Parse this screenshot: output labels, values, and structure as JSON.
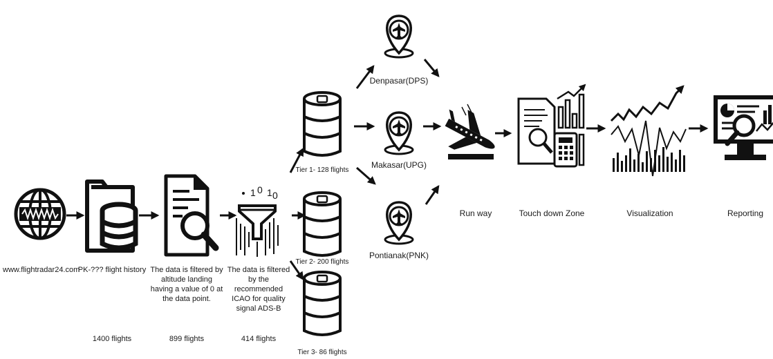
{
  "nodes": {
    "source": {
      "label": "www.flightradar24.com",
      "icon": "globe-icon"
    },
    "history": {
      "label": "PK-??? flight history",
      "count": "1400 flights",
      "icon": "folder-database-icon"
    },
    "altitude_filter": {
      "label": "The data is filtered by altitude landing having a value of 0 at the data point.",
      "count": "899 flights",
      "icon": "document-search-icon"
    },
    "quality_filter": {
      "label": "The data is filtered by the recommended ICAO for quality signal ADS-B",
      "count": "414 flights",
      "icon": "funnel-filter-icon"
    },
    "tiers": [
      {
        "label": "Tier 1- 128 flights",
        "icon": "database-icon"
      },
      {
        "label": "Tier 2- 200 flights",
        "icon": "database-icon"
      },
      {
        "label": "Tier 3- 86 flights",
        "icon": "database-icon"
      }
    ],
    "airports": [
      {
        "label": "Denpasar(DPS)",
        "icon": "airport-pin-icon"
      },
      {
        "label": "Makasar(UPG)",
        "icon": "airport-pin-icon"
      },
      {
        "label": "Pontianak(PNK)",
        "icon": "airport-pin-icon"
      }
    ],
    "runway": {
      "label": "Run way",
      "icon": "landing-plane-icon"
    },
    "touchdown": {
      "label": "Touch down Zone",
      "icon": "report-calculator-icon"
    },
    "visualization": {
      "label": "Visualization",
      "icon": "chart-trend-icon"
    },
    "reporting": {
      "label": "Reporting",
      "icon": "monitor-analytics-icon"
    }
  }
}
